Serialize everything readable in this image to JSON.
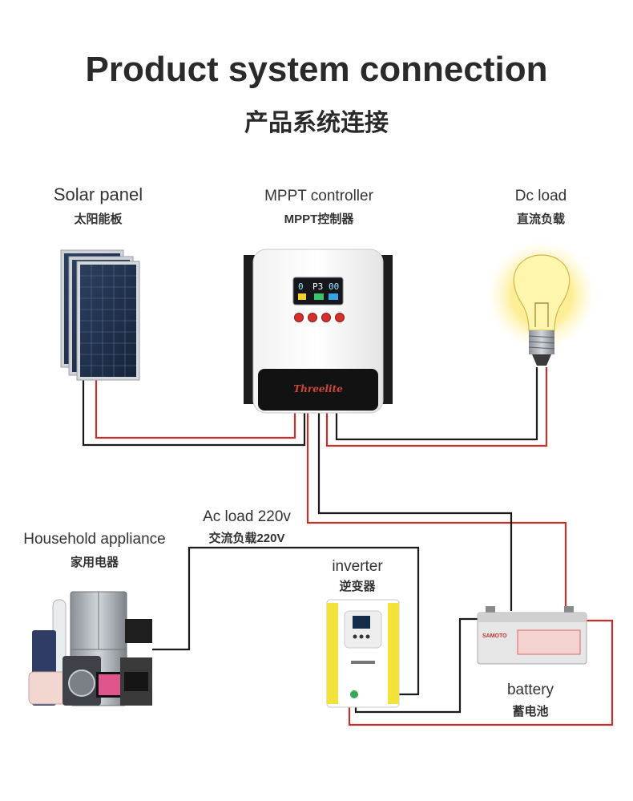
{
  "header": {
    "title": "Product system connection",
    "subtitle": "产品系统连接"
  },
  "components": {
    "solar_panel": {
      "label_en": "Solar panel",
      "label_cn": "太阳能板"
    },
    "controller": {
      "label_en": "MPPT controller",
      "label_cn": "MPPT控制器",
      "brand": "Threelite"
    },
    "dc_load": {
      "label_en": "Dc load",
      "label_cn": "直流负载"
    },
    "ac_load": {
      "label_en": "Ac load 220v",
      "label_cn": "交流负载220V"
    },
    "household": {
      "label_en": "Household appliance",
      "label_cn": "家用电器"
    },
    "inverter": {
      "label_en": "inverter",
      "label_cn": "逆变器"
    },
    "battery": {
      "label_en": "battery",
      "label_cn": "蓄电池",
      "brand": "SAMOTO"
    }
  },
  "colors": {
    "positive_wire": "#c8302e",
    "negative_wire": "#1a1a1a"
  }
}
